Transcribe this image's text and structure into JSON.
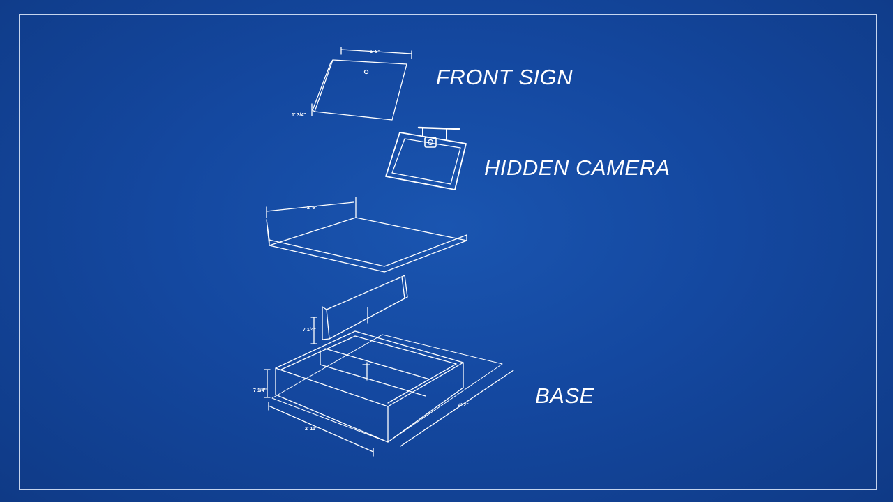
{
  "labels": {
    "front_sign": "FRONT SIGN",
    "hidden_camera": "HIDDEN CAMERA",
    "base": "BASE"
  },
  "dimensions": {
    "sign_width": "1' 8\"",
    "sign_depth": "1' 3/4\"",
    "panel_width": "2' 6\"",
    "divider_height": "7 1/4\"",
    "base_height": "7 1/4\"",
    "base_width": "2' 11\"",
    "base_depth": "4' 2\""
  },
  "colors": {
    "background": "#1448a0",
    "line": "#ffffff"
  }
}
